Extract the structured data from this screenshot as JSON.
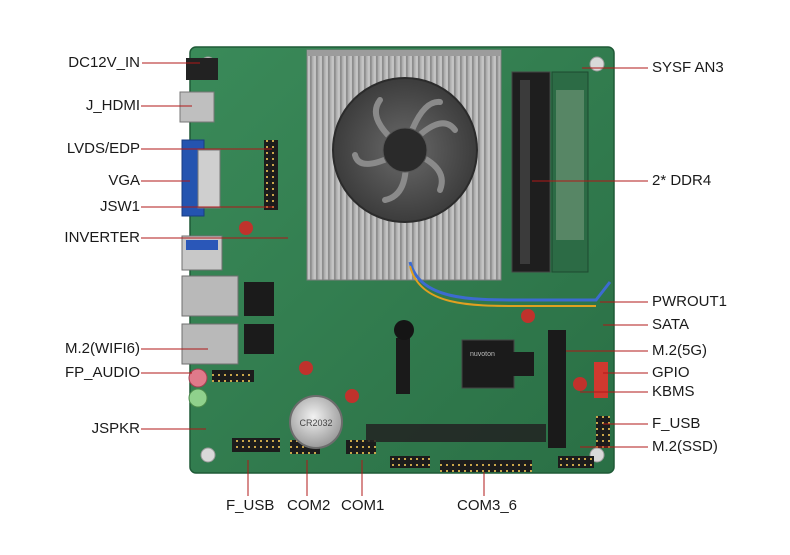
{
  "labels": {
    "dc12v_in": "DC12V_IN",
    "j_hdmi": "J_HDMI",
    "lvds_edp": "LVDS/EDP",
    "vga": "VGA",
    "jsw1": "JSW1",
    "inverter": "INVERTER",
    "m2_wifi6": "M.2(WIFI6)",
    "fp_audio": "FP_AUDIO",
    "jspkr": "JSPKR",
    "sysf_an3": "SYSF AN3",
    "ddr4": "2* DDR4",
    "pwrout1": "PWROUT1",
    "sata": "SATA",
    "m2_5g": "M.2(5G)",
    "gpio": "GPIO",
    "kbms": "KBMS",
    "f_usb_right": "F_USB",
    "m2_ssd": "M.2(SSD)",
    "f_usb_bottom": "F_USB",
    "com2": "COM2",
    "com1": "COM1",
    "com3_6": "COM3_6"
  },
  "board_markings": {
    "battery": "CR2032",
    "chip": "nuvoton"
  },
  "colors": {
    "pcb": "#2f7a4d",
    "heatsink": "#b8b8b8",
    "leader": "#b01818",
    "text": "#1a1a1a"
  }
}
